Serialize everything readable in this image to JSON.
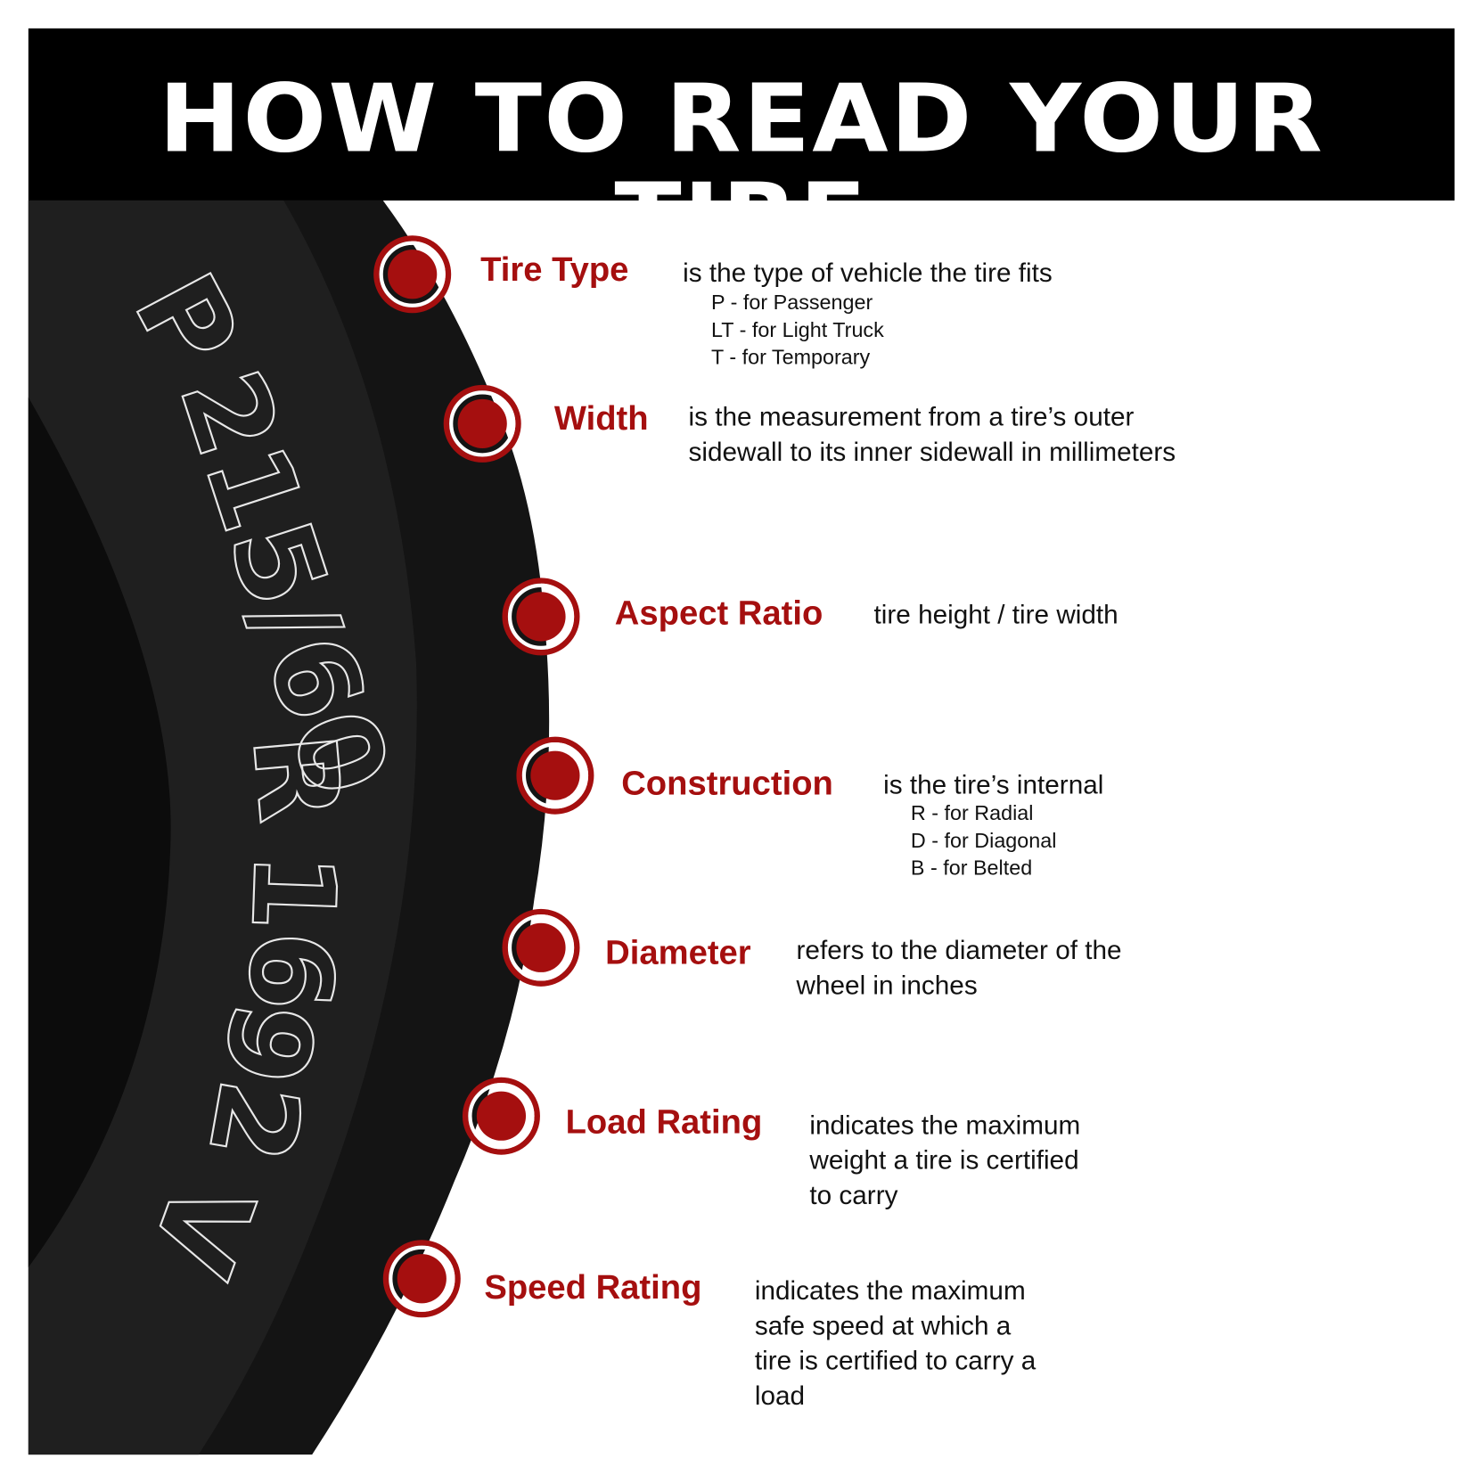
{
  "title": "HOW TO READ YOUR TIRE",
  "tire_code": [
    "P",
    "215/60",
    "R",
    "16",
    "92",
    "V"
  ],
  "colors": {
    "accent": "#a50f0f",
    "banner": "#000000",
    "tire": "#141414"
  },
  "items": [
    {
      "label": "Tire Type",
      "desc": [
        "is the type of vehicle the tire fits"
      ],
      "sub": [
        "P - for Passenger",
        "LT - for Light Truck",
        "T - for Temporary"
      ]
    },
    {
      "label": "Width",
      "desc": [
        "is the measurement from a tire’s outer",
        "sidewall to its inner sidewall in millimeters"
      ]
    },
    {
      "label": "Aspect Ratio",
      "desc": [
        "tire height / tire width"
      ]
    },
    {
      "label": "Construction",
      "desc": [
        "is the tire’s internal"
      ],
      "sub": [
        "R - for Radial",
        "D - for Diagonal",
        "B - for Belted"
      ]
    },
    {
      "label": "Diameter",
      "desc": [
        "refers to the diameter of the",
        "wheel in inches"
      ]
    },
    {
      "label": "Load Rating",
      "desc": [
        "indicates the maximum",
        "weight a tire is certified",
        "to carry"
      ]
    },
    {
      "label": "Speed Rating",
      "desc": [
        "indicates the maximum",
        "safe speed at which a",
        "tire is certified to carry a",
        "load"
      ]
    }
  ]
}
